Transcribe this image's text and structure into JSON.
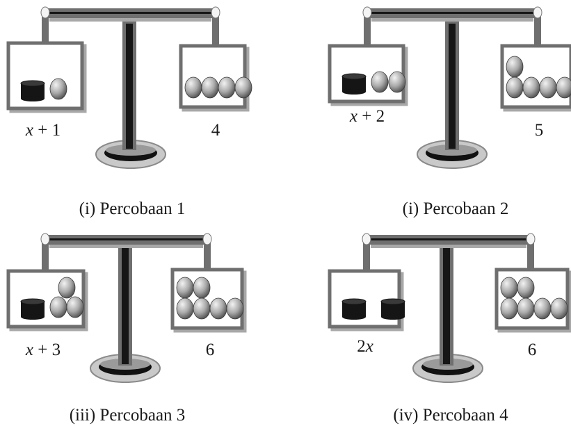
{
  "colors": {
    "frame": "#6f6f6f",
    "frame_light": "#a8a8a8",
    "post": "#161616",
    "base_dark": "#111111",
    "base_light": "#c9c9c9",
    "ball_light": "#f2f2f2",
    "ball_dark": "#5a5a5a",
    "can": "#151515"
  },
  "panels": [
    {
      "caption": "(i) Percobaan 1",
      "left": {
        "expr_var": "x",
        "expr_rest": " + 1",
        "cans": 1,
        "balls": 1
      },
      "right": {
        "value": "4",
        "balls": 4
      }
    },
    {
      "caption": "(i) Percobaan 2",
      "left": {
        "expr_var": "x",
        "expr_rest": " + 2",
        "cans": 1,
        "balls": 2
      },
      "right": {
        "value": "5",
        "balls": 5
      }
    },
    {
      "caption": "(iii) Percobaan 3",
      "left": {
        "expr_var": "x",
        "expr_rest": " + 3",
        "cans": 1,
        "balls": 3
      },
      "right": {
        "value": "6",
        "balls": 6
      }
    },
    {
      "caption": "(iv) Percobaan 4",
      "left": {
        "expr_num": "2",
        "expr_var": "x",
        "cans": 2,
        "balls": 0
      },
      "right": {
        "value": "6",
        "balls": 6
      }
    }
  ]
}
